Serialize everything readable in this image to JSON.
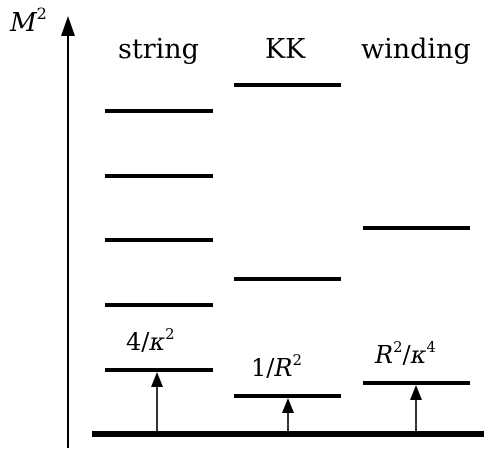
{
  "axis": {
    "label_base": "M",
    "label_exp": "2"
  },
  "columns": [
    {
      "id": "string",
      "heading": "string"
    },
    {
      "id": "kk",
      "heading": "KK"
    },
    {
      "id": "winding",
      "heading": "winding"
    }
  ],
  "gaps": {
    "string": {
      "pre": "4/",
      "sym": "κ",
      "exp": "2",
      "post": ""
    },
    "kk": {
      "pre": "1/",
      "sym": "R",
      "exp": "2",
      "post": ""
    },
    "winding": {
      "sym1": "R",
      "exp1": "2",
      "mid": "/",
      "sym2": "κ",
      "exp2": "4"
    }
  },
  "colors": {
    "ink": "#000000",
    "background": "#ffffff"
  }
}
